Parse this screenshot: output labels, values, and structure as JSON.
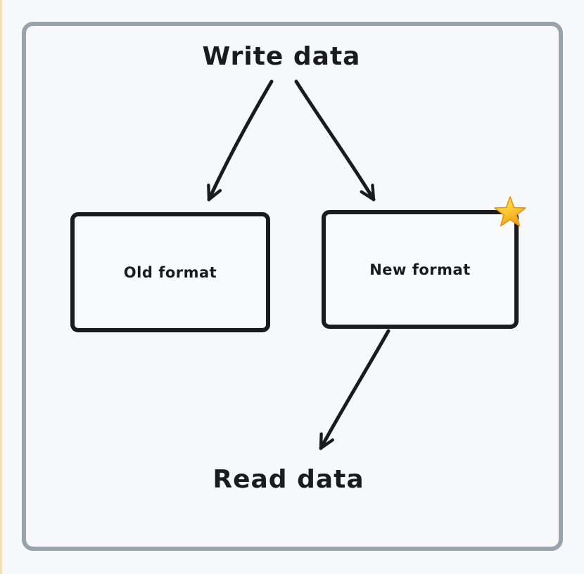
{
  "diagram": {
    "source_label": "Write data",
    "sink_label": "Read data",
    "nodes": [
      {
        "id": "old-format",
        "label": "Old format"
      },
      {
        "id": "new-format",
        "label": "New format",
        "badge_icon": "star-emoji"
      }
    ],
    "edges": [
      {
        "from": "write-data",
        "to": "old-format"
      },
      {
        "from": "write-data",
        "to": "new-format"
      },
      {
        "from": "new-format",
        "to": "read-data"
      }
    ],
    "colors": {
      "canvas_background": "#f7f8fa",
      "frame_border": "#9aa2ae",
      "ink": "#1b1b1f",
      "star_gold": "#f7b314",
      "left_edge_strip": "#f3ddb3"
    }
  }
}
